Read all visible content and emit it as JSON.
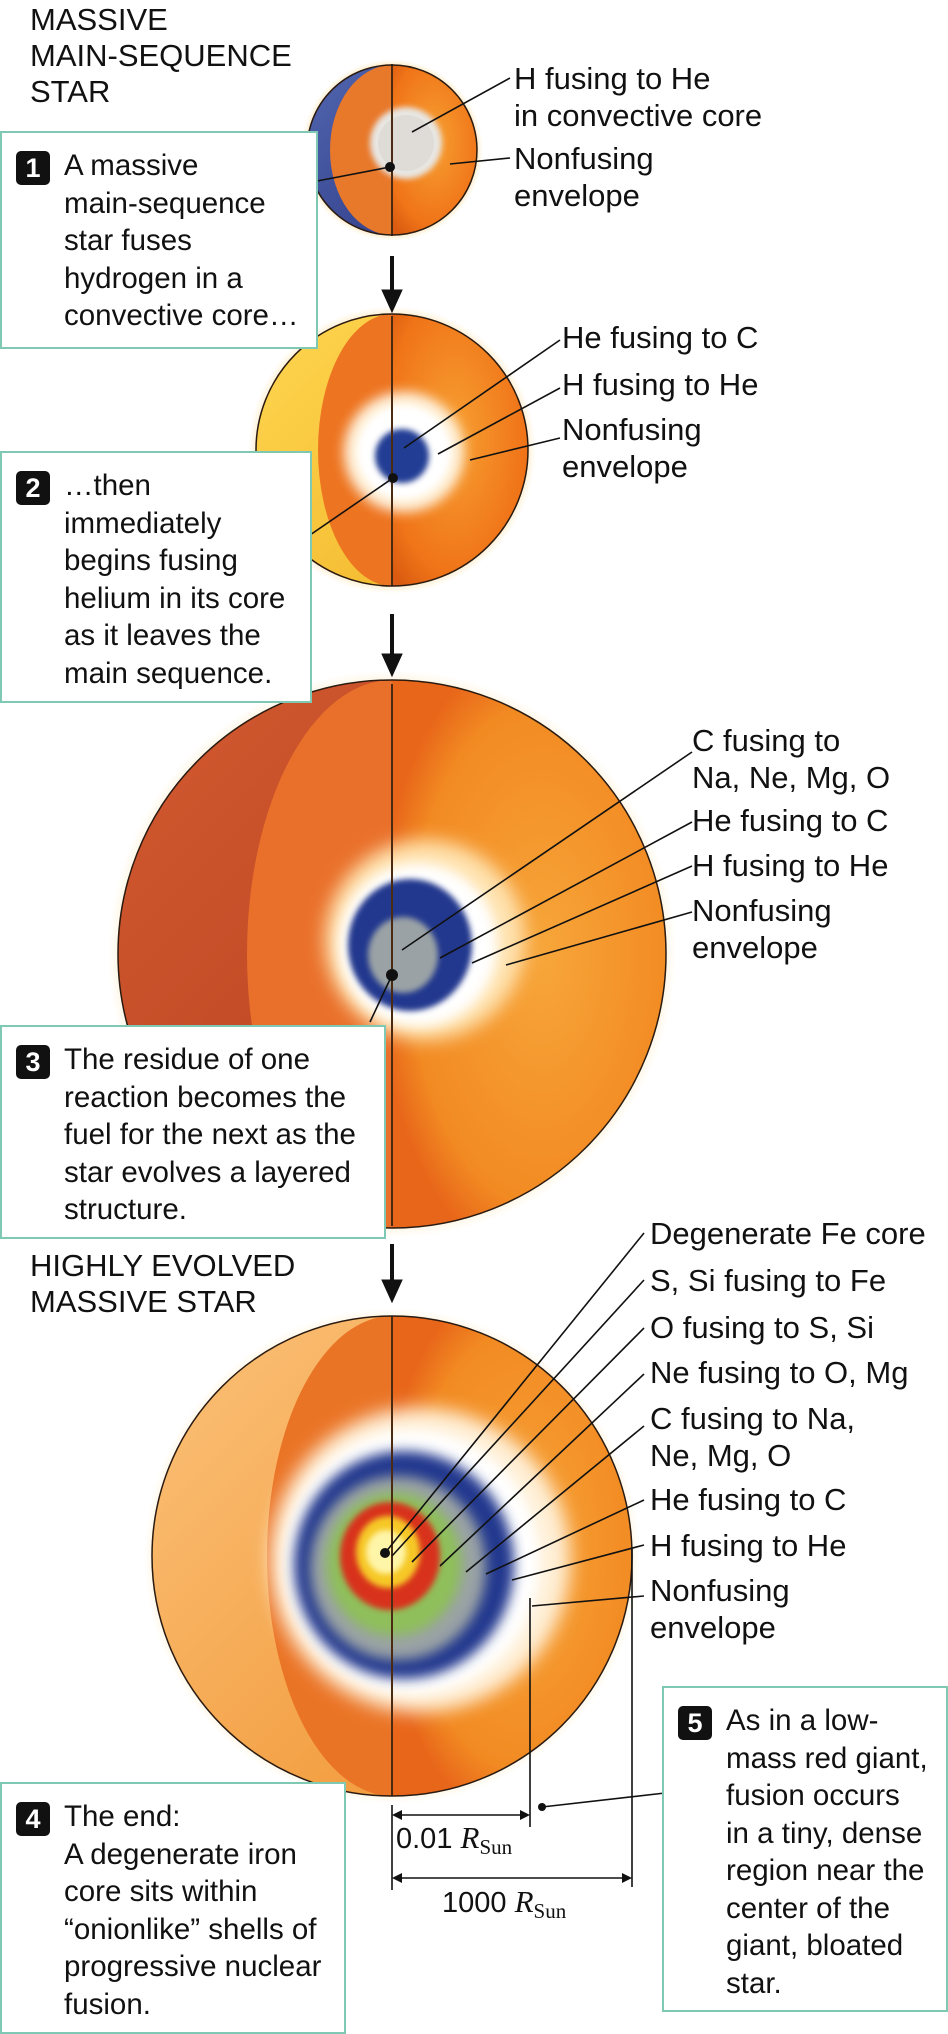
{
  "stages": [
    {
      "title_lines": [
        "MASSIVE",
        "MAIN-SEQUENCE",
        "STAR"
      ],
      "labels": [
        {
          "lines": [
            "H fusing to He",
            "in convective core"
          ]
        },
        {
          "lines": [
            "Nonfusing",
            "envelope"
          ]
        }
      ]
    },
    {
      "labels": [
        {
          "lines": [
            "He fusing to C"
          ]
        },
        {
          "lines": [
            "H fusing to He"
          ]
        },
        {
          "lines": [
            "Nonfusing",
            "envelope"
          ]
        }
      ]
    },
    {
      "labels": [
        {
          "lines": [
            "C fusing to",
            "Na, Ne, Mg, O"
          ]
        },
        {
          "lines": [
            "He fusing to C"
          ]
        },
        {
          "lines": [
            "H fusing to He"
          ]
        },
        {
          "lines": [
            "Nonfusing",
            "envelope"
          ]
        }
      ]
    },
    {
      "title_lines": [
        "HIGHLY EVOLVED",
        "MASSIVE STAR"
      ],
      "labels": [
        {
          "lines": [
            "Degenerate Fe core"
          ]
        },
        {
          "lines": [
            "S, Si fusing to Fe"
          ]
        },
        {
          "lines": [
            "O fusing to S, Si"
          ]
        },
        {
          "lines": [
            "Ne fusing to O, Mg"
          ]
        },
        {
          "lines": [
            "C fusing to Na,",
            "Ne, Mg, O"
          ]
        },
        {
          "lines": [
            "He fusing to C"
          ]
        },
        {
          "lines": [
            "H fusing to He"
          ]
        },
        {
          "lines": [
            "Nonfusing",
            "envelope"
          ]
        }
      ]
    }
  ],
  "steps": [
    {
      "number": "1",
      "lines": [
        "A massive",
        "main-sequence",
        "star fuses",
        "hydrogen in a",
        "convective core…"
      ]
    },
    {
      "number": "2",
      "lines": [
        "…then",
        "immediately",
        "begins fusing",
        "helium in its core",
        "as it leaves the",
        "main sequence."
      ]
    },
    {
      "number": "3",
      "lines": [
        "The residue of one",
        "reaction becomes the",
        "fuel for the next as the",
        "star evolves a layered",
        "structure."
      ]
    },
    {
      "number": "4",
      "lines": [
        "The end:",
        "A degenerate iron",
        "core sits within",
        "“onionlike”  shells of",
        "progressive nuclear",
        "fusion."
      ]
    },
    {
      "number": "5",
      "lines": [
        "As in a low-",
        "mass red giant,",
        "fusion occurs",
        "in a tiny, dense",
        "region near the",
        "center of the",
        "giant, bloated",
        "star."
      ]
    }
  ],
  "scale_bars": [
    {
      "value": "0.01",
      "symbol": "R",
      "subscript": "Sun"
    },
    {
      "value": "1000",
      "symbol": "R",
      "subscript": "Sun"
    }
  ],
  "colors": {
    "envelope": "#f07a18",
    "envelope_glow": "#fbb84a",
    "hydrogen_shell": "#ffffff",
    "helium_shell": "#2a3f92",
    "carbon_core": "#9aa3a6",
    "neon_shell": "#8fbf5a",
    "oxygen_shell": "#cf1e1e",
    "silicon_shell": "#f4c020",
    "iron_core": "#fff3a0",
    "box_border": "#7ec8b4"
  }
}
